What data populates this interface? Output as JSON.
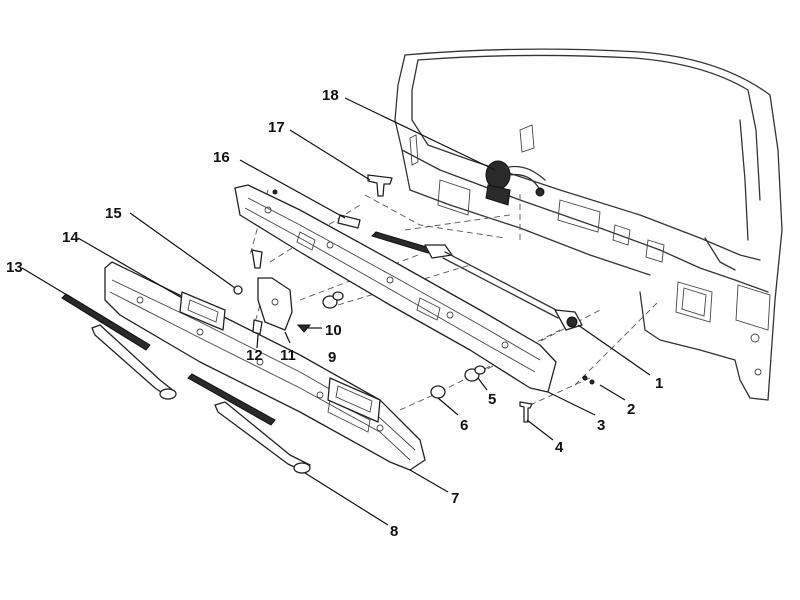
{
  "callouts": {
    "c1": "1",
    "c2": "2",
    "c3": "3",
    "c4": "4",
    "c5": "5",
    "c6": "6",
    "c7": "7",
    "c8": "8",
    "c9": "9",
    "c10": "10",
    "c11": "11",
    "c12": "12",
    "c13": "13",
    "c14": "14",
    "c15": "15",
    "c16": "16",
    "c17": "17",
    "c18": "18"
  },
  "colors": {
    "line": "#333333",
    "background": "#ffffff"
  }
}
